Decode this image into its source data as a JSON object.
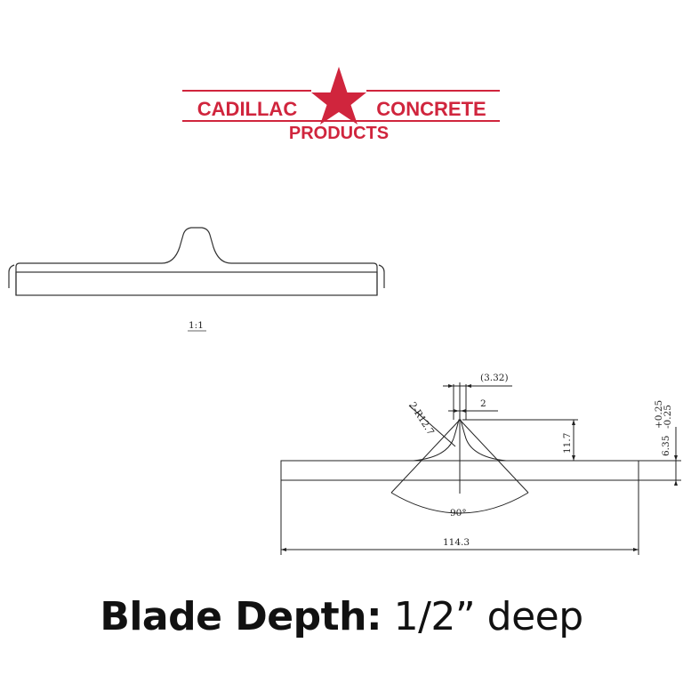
{
  "logo": {
    "line1_left": "CADILLAC",
    "line1_right": "CONCRETE",
    "line2": "PRODUCTS",
    "brand_color": "#d0253d",
    "icon": "star-icon"
  },
  "profile_view": {
    "scale_label": "1:1"
  },
  "dimensions": {
    "top_gap": "(3.32)",
    "tip_width": "2",
    "radius": "2-R12.7",
    "ridge_height": "11.7",
    "thickness": "6.35",
    "tolerance_upper": "+0.25",
    "tolerance_lower": "-0.25",
    "angle": "90°",
    "overall_width": "114.3"
  },
  "caption": {
    "bold": "Blade Depth:",
    "normal": " 1/2” deep"
  },
  "colors": {
    "line": "#222222",
    "text": "#111111"
  }
}
